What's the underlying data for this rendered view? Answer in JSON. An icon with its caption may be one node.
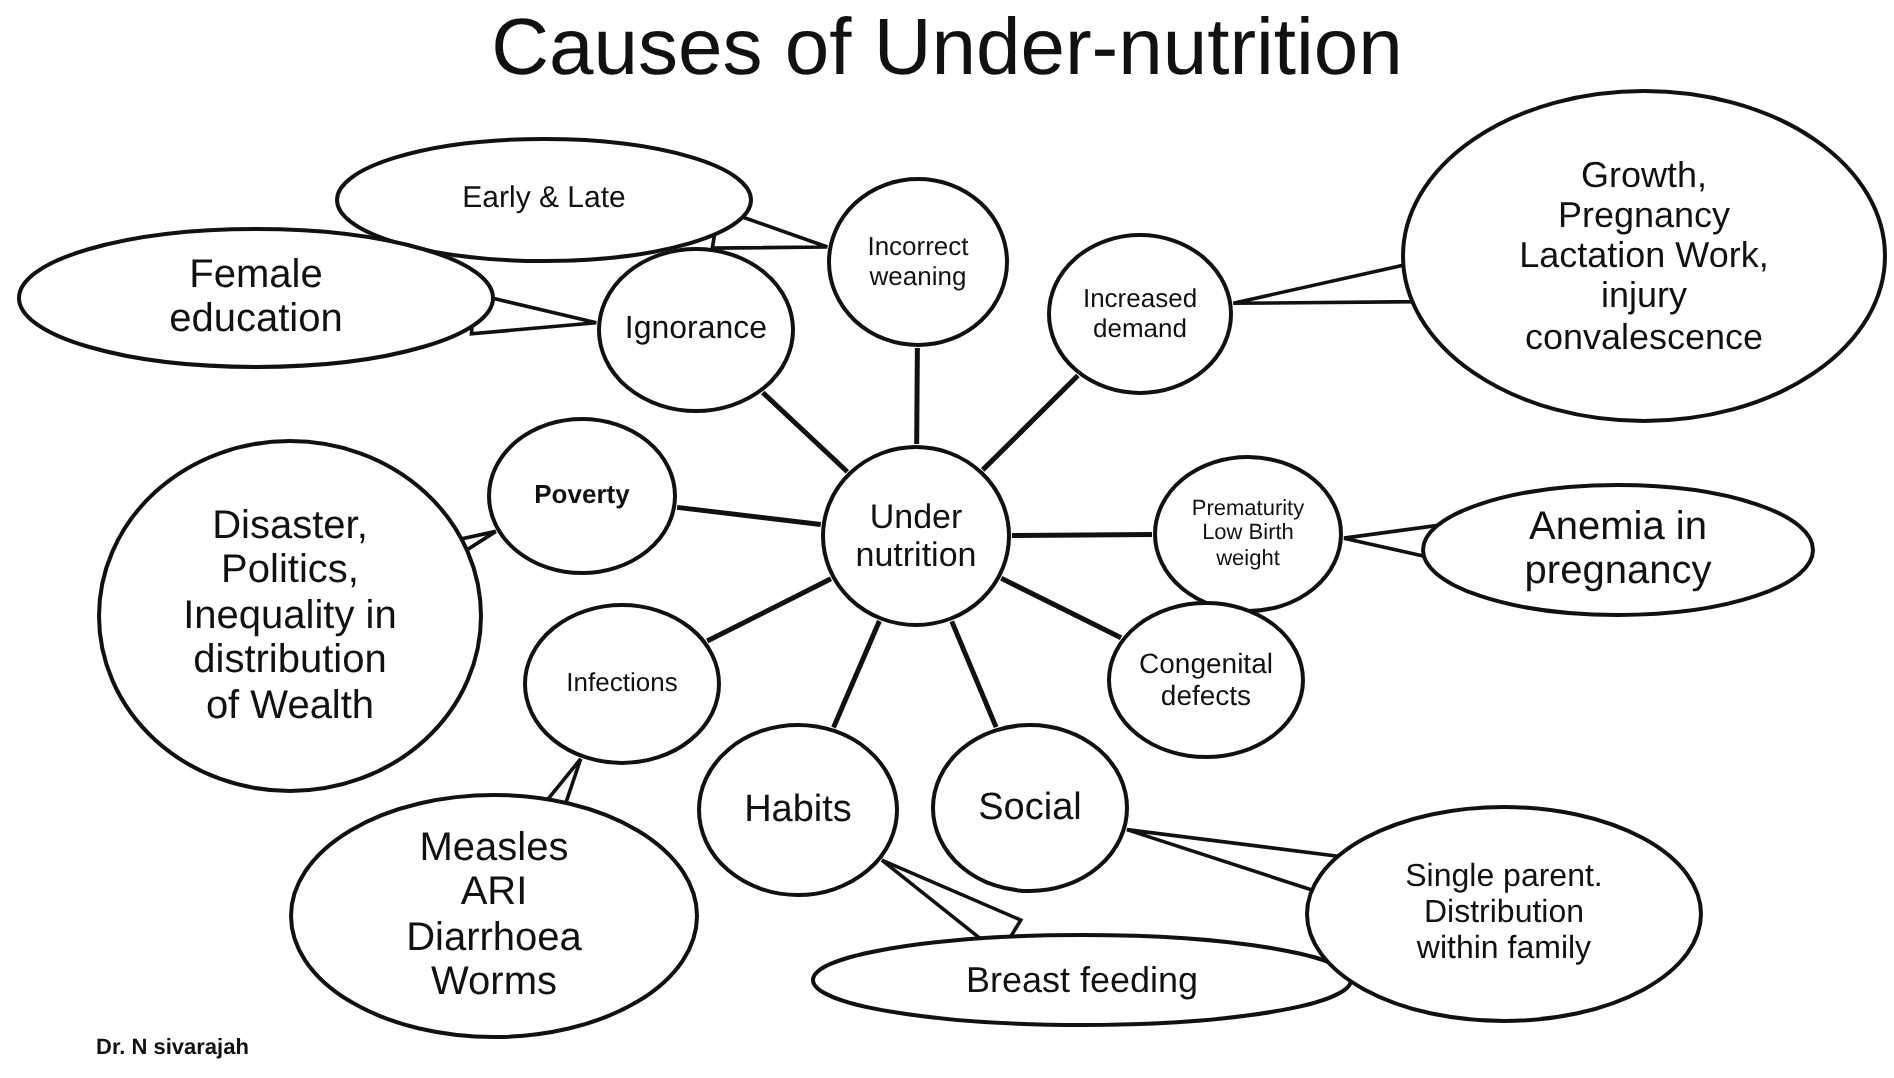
{
  "diagram": {
    "title": "Causes of Under-nutrition",
    "nodes": [
      {
        "text": [
          "Under nutrition"
        ]
      },
      {
        "text": [
          "Incorrect weaning"
        ]
      },
      {
        "text": [
          "Ignorance"
        ]
      },
      {
        "text": [
          "Increased demand"
        ]
      },
      {
        "text": [
          "Poverty"
        ]
      },
      {
        "text": [
          "Prematurity Low Birth weight"
        ]
      },
      {
        "text": [
          "Infections"
        ]
      },
      {
        "text": [
          "Congenital defects"
        ]
      },
      {
        "text": [
          "Habits"
        ]
      },
      {
        "text": [
          "Social"
        ]
      },
      {
        "text": [
          "Early & Late"
        ]
      },
      {
        "text": [
          "Female education"
        ]
      },
      {
        "text": [
          "Growth, Pregnancy Lactation Work, injury convalescence"
        ]
      },
      {
        "text": [
          "Anemia in pregnancy"
        ]
      },
      {
        "text": [
          "Disaster, Politics, Inequality in distribution of Wealth"
        ]
      },
      {
        "text": [
          "Measles ARI Diarrhoea Worms"
        ]
      },
      {
        "text": [
          "Breast feeding"
        ]
      },
      {
        "text": [
          "Single parent. Distribution within family"
        ]
      }
    ],
    "edges": [
      {
        "from": 0,
        "to": 1,
        "arrow": "none"
      },
      {
        "from": 0,
        "to": 2,
        "arrow": "none"
      },
      {
        "from": 0,
        "to": 3,
        "arrow": "none"
      },
      {
        "from": 0,
        "to": 4,
        "arrow": "none"
      },
      {
        "from": 0,
        "to": 5,
        "arrow": "none"
      },
      {
        "from": 0,
        "to": 6,
        "arrow": "none"
      },
      {
        "from": 0,
        "to": 7,
        "arrow": "none"
      },
      {
        "from": 0,
        "to": 8,
        "arrow": "none"
      },
      {
        "from": 0,
        "to": 9,
        "arrow": "none"
      },
      {
        "from": 10,
        "to": 1,
        "arrow": "none"
      },
      {
        "from": 11,
        "to": 2,
        "arrow": "none"
      },
      {
        "from": 12,
        "to": 3,
        "arrow": "none"
      },
      {
        "from": 13,
        "to": 5,
        "arrow": "none"
      },
      {
        "from": 14,
        "to": 4,
        "arrow": "none"
      },
      {
        "from": 15,
        "to": 6,
        "arrow": "none"
      },
      {
        "from": 16,
        "to": 8,
        "arrow": "none"
      },
      {
        "from": 17,
        "to": 9,
        "arrow": "none"
      }
    ],
    "labels": [
      "Dr. N sivarajah"
    ]
  }
}
